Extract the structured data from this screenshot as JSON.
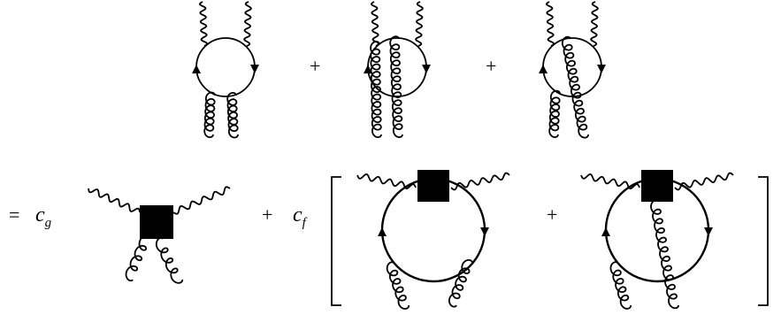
{
  "equation": {
    "row1_plus": [
      "+",
      "+"
    ],
    "equals": "=",
    "coef_g": {
      "base": "c",
      "sub": "g"
    },
    "plus_cf": "+",
    "coef_f": {
      "base": "c",
      "sub": "f"
    },
    "bracket_plus": "+"
  },
  "colors": {
    "ink": "#000000",
    "background": "#ffffff"
  }
}
